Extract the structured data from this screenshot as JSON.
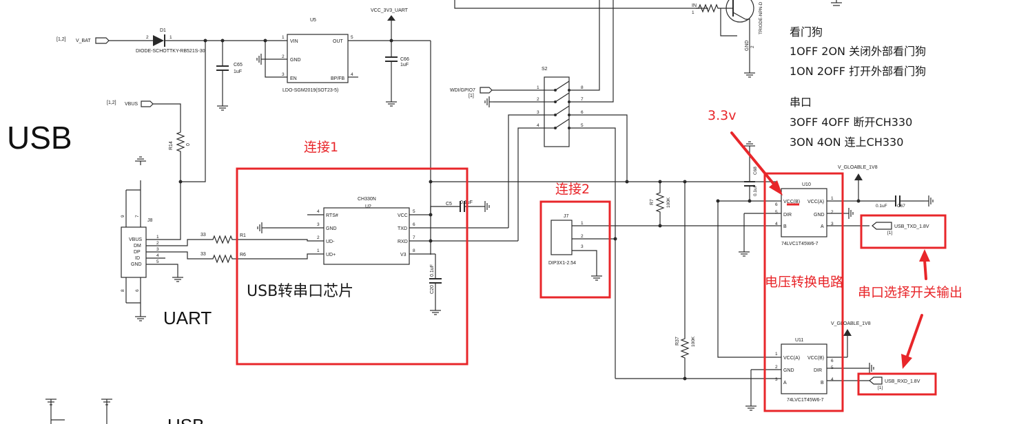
{
  "heading_usb": "USB",
  "heading_uart": "UART",
  "heading_usb_bottom": "USB",
  "annotations": {
    "connect1": "连接1",
    "connect2": "连接2",
    "usb_chip": "USB转串口芯片",
    "voltage_conv": "电压转换电路",
    "uart_switch_out": "串口选择开关输出",
    "v33": "3.3v"
  },
  "notes": {
    "watchdog_title": "看门狗",
    "watchdog_line1": "1OFF 2ON  关闭外部看门狗",
    "watchdog_line2": "1ON 2OFF  打开外部看门狗",
    "uart_title": "串口",
    "uart_line1": "3OFF 4OFF  断开CH330",
    "uart_line2": "3ON  4ON  连上CH330"
  },
  "nets": {
    "vbat_ref": "[1,2]",
    "vbat": "V_BAT",
    "vbus_ref": "[1,2]",
    "vbus": "VBUS",
    "vcc_uart": "VCC_3V3_UART",
    "wdi": "WDI/GPIO7",
    "wdi_ref": "[1]",
    "v_gloable1": "V_GLOABLE_1V8",
    "v_gloable2": "V_GLOABLE_1V8",
    "usb_txd": "USB_TXD_1.8V",
    "usb_txd_ref": "[1]",
    "usb_rxd": "USB_RXD_1.8V",
    "usb_rxd_ref": "[1]",
    "in": "IN",
    "in_pin": "1"
  },
  "parts": {
    "d1": {
      "ref": "D1",
      "value": "DIODE-SCHOTTKY-RB521S-30",
      "pin_a": "2",
      "pin_k": "1"
    },
    "c65": {
      "ref": "C65",
      "value": "1uF"
    },
    "c66": {
      "ref": "C66",
      "value": "1uF"
    },
    "u5": {
      "ref": "U5",
      "value": "LDO-SGM2019(SOT23-5)",
      "pins": {
        "vin": "VIN",
        "gnd": "GND",
        "en": "EN",
        "out": "OUT",
        "bpfb": "BP/FB"
      },
      "nums": {
        "vin": "1",
        "gnd": "2",
        "en": "3",
        "out": "5",
        "bpfb": "4"
      }
    },
    "r14": {
      "ref": "R14",
      "value": "0"
    },
    "j8": {
      "ref": "J8",
      "pins": [
        "VBUS",
        "DM",
        "DP",
        "ID",
        "GND"
      ],
      "nums": [
        "1",
        "2",
        "3",
        "4",
        "5"
      ],
      "top": "9",
      "top2": "7",
      "bot": "8",
      "bot2": "6"
    },
    "r1": {
      "ref": "R1",
      "value": "33"
    },
    "r6": {
      "ref": "R6",
      "value": "33"
    },
    "u2": {
      "ref": "U2",
      "value": "CH330N",
      "left": [
        "RTS#",
        "GND",
        "UD-",
        "UD+"
      ],
      "left_nums": [
        "4",
        "3",
        "2",
        "1"
      ],
      "right": [
        "VCC",
        "TXD",
        "RXD",
        "V3"
      ],
      "right_nums": [
        "5",
        "6",
        "7",
        "8"
      ]
    },
    "c5": {
      "ref": "C5",
      "value": "0.1uF"
    },
    "c20": {
      "ref": "C20",
      "value": "0.1uF"
    },
    "s2": {
      "ref": "S2",
      "left_nums": [
        "1",
        "2",
        "3",
        "4"
      ],
      "right_nums": [
        "8",
        "7",
        "6",
        "5"
      ]
    },
    "j7": {
      "ref": "J7",
      "value": "DIP3X1-2.54",
      "nums": [
        "1",
        "2",
        "3"
      ]
    },
    "r7": {
      "ref": "R7",
      "value": "100K"
    },
    "r37": {
      "ref": "R37",
      "value": "100K"
    },
    "c68": {
      "ref": "C68",
      "value": "0.1uF"
    },
    "c67": {
      "ref": "C67",
      "value": "0.1uF"
    },
    "u10": {
      "ref": "U10",
      "value": "74LVC1T45W6-7",
      "left": [
        "VCC(B)",
        "DIR",
        "B"
      ],
      "left_nums": [
        "6",
        "5",
        "4"
      ],
      "right": [
        "VCC(A)",
        "GND",
        "A"
      ],
      "right_nums": [
        "1",
        "2",
        "3"
      ]
    },
    "u11": {
      "ref": "U11",
      "value": "74LVC1T45W6-7",
      "left": [
        "VCC(A)",
        "GND",
        "A"
      ],
      "left_nums": [
        "1",
        "2",
        "3"
      ],
      "right": [
        "VCC(B)",
        "DIR",
        "B"
      ],
      "right_nums": [
        "6",
        "5",
        "4"
      ]
    },
    "q": {
      "value": "TRIODE-NPN-D",
      "gnd": "GND",
      "pin2": "2"
    }
  },
  "colors": {
    "annotation": "#e8262a",
    "wire": "#2a2a2a"
  }
}
